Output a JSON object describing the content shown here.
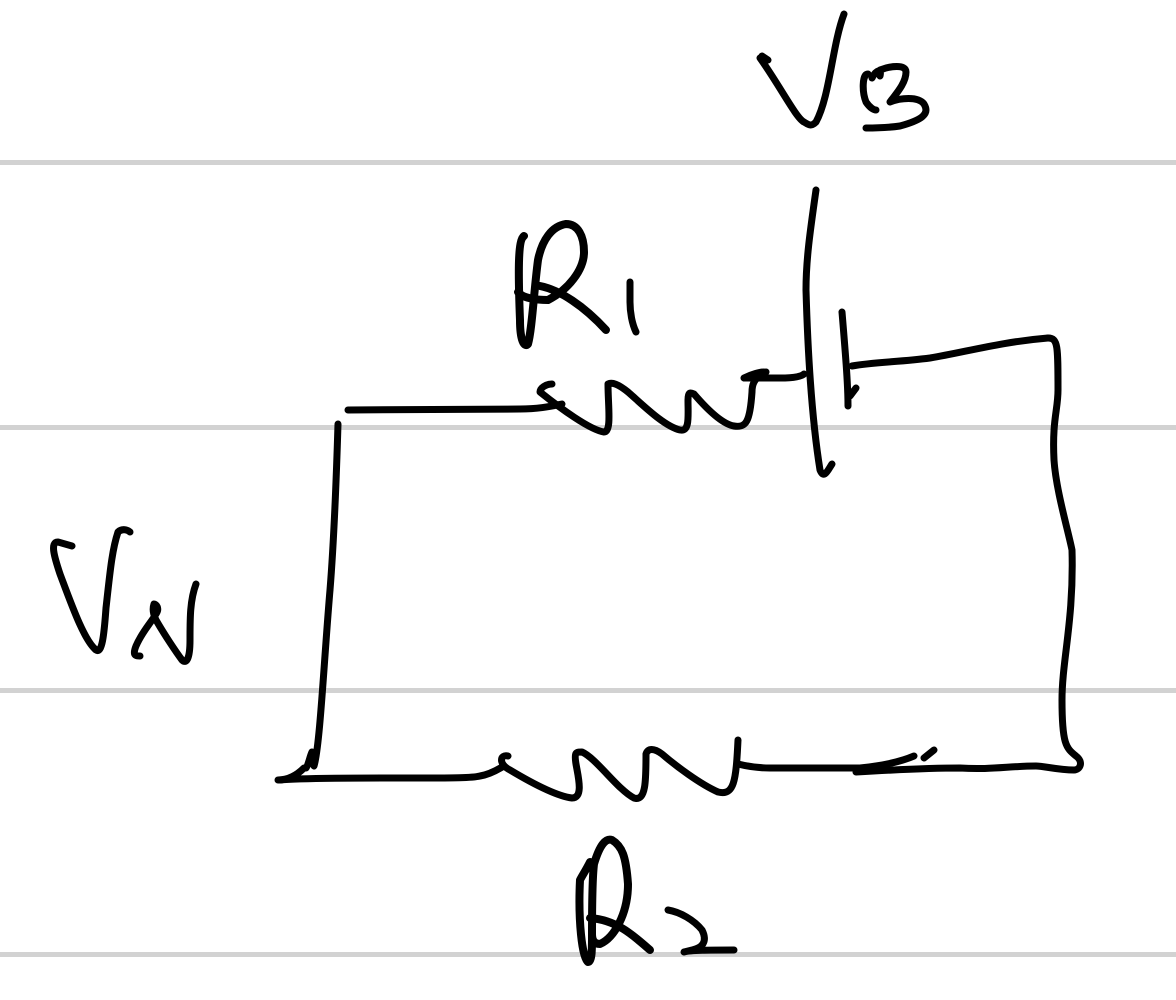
{
  "diagram": {
    "ink_color": "#000000",
    "rule_color": "#d2d2d2",
    "paper_color": "#ffffff",
    "labels": {
      "battery": "VB",
      "voltmeter": "VN",
      "resistor_top": "R1",
      "resistor_bottom": "R2"
    }
  }
}
